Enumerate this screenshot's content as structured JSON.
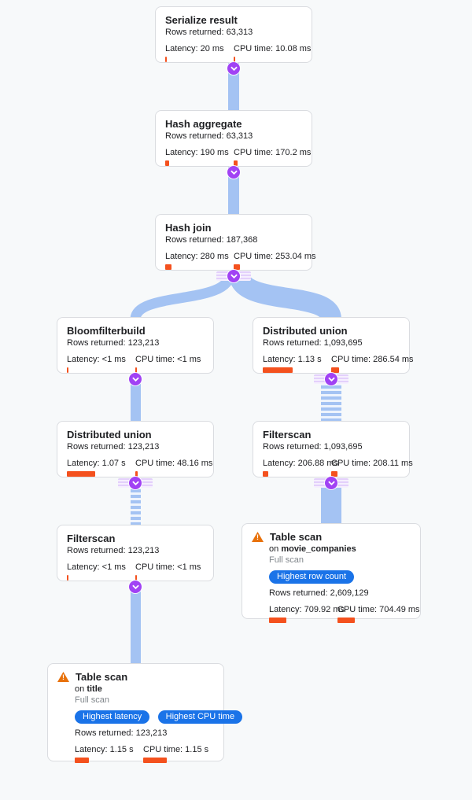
{
  "colors": {
    "background": "#f7f9fa",
    "card_border": "#dadce0",
    "metric_bar_orange": "#f4511e",
    "flow_ribbon_blue": "#a4c3f3",
    "badge_blue": "#1a73e8",
    "toggle_purple": "#a142f4",
    "warning_orange": "#e8710a"
  },
  "nodes": [
    {
      "id": "serialize-result",
      "title": "Serialize result",
      "rows": "Rows returned: 63,313",
      "latency": "Latency: 20 ms",
      "cpu": "CPU time: 10.08 ms",
      "latency_bar": 2,
      "cpu_bar": 2
    },
    {
      "id": "hash-aggregate",
      "title": "Hash aggregate",
      "rows": "Rows returned: 63,313",
      "latency": "Latency: 190 ms",
      "cpu": "CPU time: 170.2 ms",
      "latency_bar": 5,
      "cpu_bar": 5
    },
    {
      "id": "hash-join",
      "title": "Hash join",
      "rows": "Rows returned: 187,368",
      "latency": "Latency: 280 ms",
      "cpu": "CPU time: 253.04 ms",
      "latency_bar": 8,
      "cpu_bar": 8
    },
    {
      "id": "bloomfilterbuild",
      "title": "Bloomfilterbuild",
      "rows": "Rows returned: 123,213",
      "latency": "Latency: <1 ms",
      "cpu": "CPU time: <1 ms",
      "latency_bar": 2,
      "cpu_bar": 2
    },
    {
      "id": "distributed-union-right",
      "title": "Distributed union",
      "rows": "Rows returned: 1,093,695",
      "latency": "Latency: 1.13 s",
      "cpu": "CPU time: 286.54 ms",
      "latency_bar": 38,
      "cpu_bar": 10
    },
    {
      "id": "distributed-union-left",
      "title": "Distributed union",
      "rows": "Rows returned: 123,213",
      "latency": "Latency: 1.07 s",
      "cpu": "CPU time: 48.16 ms",
      "latency_bar": 36,
      "cpu_bar": 3
    },
    {
      "id": "filterscan-right",
      "title": "Filterscan",
      "rows": "Rows returned: 1,093,695",
      "latency": "Latency: 206.88 ms",
      "cpu": "CPU time: 208.11 ms",
      "latency_bar": 7,
      "cpu_bar": 8
    },
    {
      "id": "filterscan-left",
      "title": "Filterscan",
      "rows": "Rows returned: 123,213",
      "latency": "Latency: <1 ms",
      "cpu": "CPU time: <1 ms",
      "latency_bar": 2,
      "cpu_bar": 2
    },
    {
      "id": "table-scan-movie-companies",
      "title": "Table scan",
      "on_prefix": "on",
      "table": "movie_companies",
      "scan": "Full scan",
      "badges": [
        "Highest row count"
      ],
      "rows": "Rows returned: 2,609,129",
      "latency": "Latency: 709.92 ms",
      "cpu": "CPU time: 704.49 ms",
      "latency_bar": 22,
      "cpu_bar": 22
    },
    {
      "id": "table-scan-title",
      "title": "Table scan",
      "on_prefix": "on",
      "table": "title",
      "scan": "Full scan",
      "badges": [
        "Highest latency",
        "Highest CPU time"
      ],
      "rows": "Rows returned: 123,213",
      "latency": "Latency: 1.15 s",
      "cpu": "CPU time: 1.15 s",
      "latency_bar": 18,
      "cpu_bar": 30
    }
  ],
  "edges": [
    {
      "from": "hash-aggregate",
      "to": "serialize-result",
      "style": "solid",
      "thickness": "thin"
    },
    {
      "from": "hash-join",
      "to": "hash-aggregate",
      "style": "solid",
      "thickness": "thin"
    },
    {
      "from": "bloomfilterbuild",
      "to": "hash-join",
      "style": "solid-curved",
      "thickness": "thin"
    },
    {
      "from": "distributed-union-right",
      "to": "hash-join",
      "style": "solid-curved",
      "thickness": "wide"
    },
    {
      "from": "distributed-union-left",
      "to": "bloomfilterbuild",
      "style": "solid",
      "thickness": "thin"
    },
    {
      "from": "filterscan-right",
      "to": "distributed-union-right",
      "style": "striped",
      "thickness": "wide"
    },
    {
      "from": "filterscan-left",
      "to": "distributed-union-left",
      "style": "striped",
      "thickness": "thin"
    },
    {
      "from": "table-scan-movie-companies",
      "to": "filterscan-right",
      "style": "solid",
      "thickness": "wide"
    },
    {
      "from": "table-scan-title",
      "to": "filterscan-left",
      "style": "solid",
      "thickness": "thin"
    }
  ]
}
